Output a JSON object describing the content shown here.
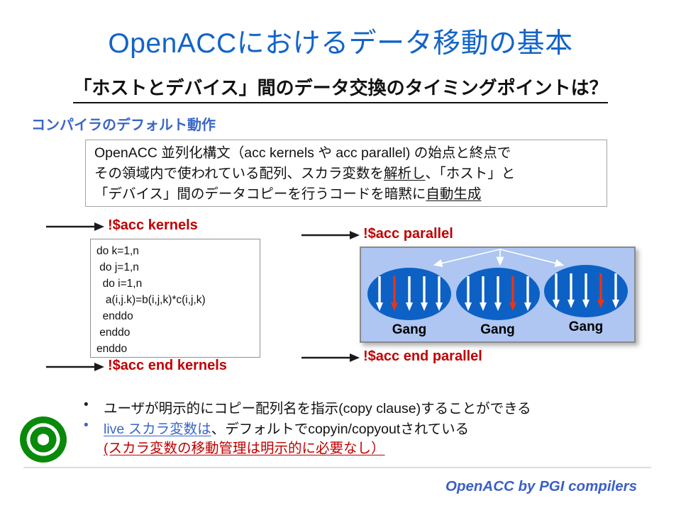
{
  "slide": {
    "title": "OpenACCにおけるデータ移動の基本",
    "subtitle": "「ホストとデバイス」間のデータ交換のタイミングポイントは？",
    "section_heading": "コンパイラのデフォルト動作",
    "info_box": {
      "line1": "OpenACC 並列化構文（acc kernels や acc parallel) の始点と終点で",
      "line2_pre": "その領域内で使われている配列、スカラ変数を",
      "line2_underline": "解析し",
      "line2_post": "、「ホスト」と",
      "line3_pre": "「デバイス」間のデータコピーを行うコードを暗黙に",
      "line3_underline": "自動生成"
    },
    "directives": {
      "kernels_begin": "!$acc kernels",
      "kernels_end": "!$acc end kernels",
      "parallel_begin": "!$acc parallel",
      "parallel_end": "!$acc end parallel"
    },
    "code_block": "do k=1,n\n do j=1,n\n  do i=1,n\n   a(i,j.k)=b(i,j,k)*c(i,j,k)\n  enddo\n enddo\nenddo",
    "diagram": {
      "gangs": [
        {
          "label": "Gang",
          "arrow_colors": [
            "#FFFFFF",
            "#EE3311",
            "#FFFFFF",
            "#FFFFFF",
            "#FFFFFF"
          ]
        },
        {
          "label": "Gang",
          "arrow_colors": [
            "#FFFFFF",
            "#FFFFFF",
            "#FFFFFF",
            "#EE3311",
            "#FFFFFF"
          ]
        },
        {
          "label": "Gang",
          "arrow_colors": [
            "#FFFFFF",
            "#FFFFFF",
            "#FFFFFF",
            "#EE3311",
            "#FFFFFF"
          ]
        }
      ]
    },
    "bullets": {
      "item1": "ユーザが明示的にコピー配列名を指示(copy clause)することができる",
      "item2_link": "live スカラ変数は",
      "item2_rest": "、デフォルトでcopyin/copyoutされている",
      "item2_note": "(スカラ変数の移動管理は明示的に必要なし）"
    },
    "footer": "OpenACC by PGI compilers",
    "colors": {
      "title_blue": "#1264C8",
      "heading_blue": "#3A66C8",
      "accent_red": "#C00000",
      "panel_blue": "#AEC6F1",
      "ellipse_blue": "#0D61C5",
      "arrow_red": "#EE3311",
      "bullseye_green": "#0A8A0A",
      "footer_blue": "#3A5FC8"
    }
  }
}
